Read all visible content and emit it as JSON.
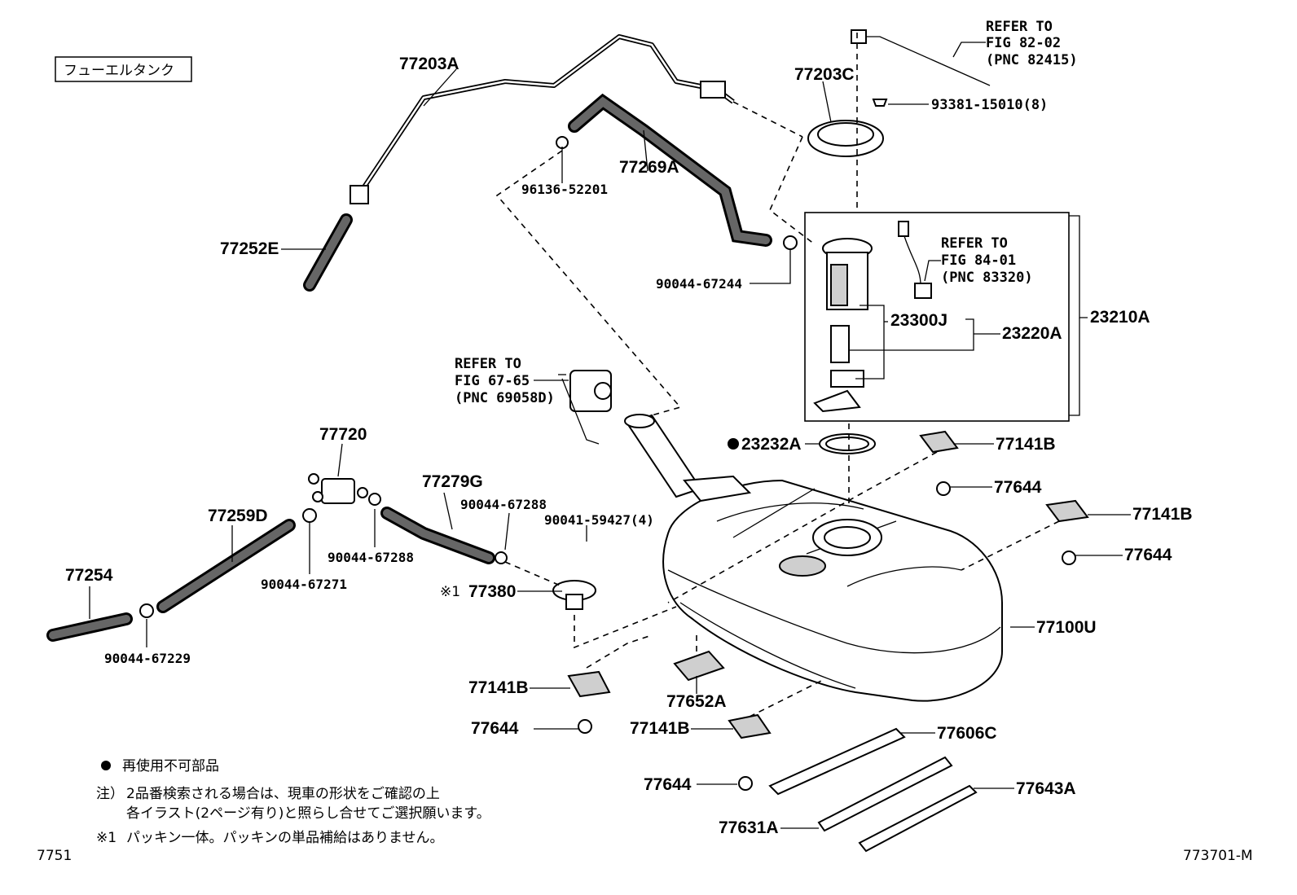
{
  "title": "フューエルタンク",
  "figure_id_left": "7751",
  "figure_id_right": "773701-M",
  "refs": [
    {
      "line1": "REFER TO",
      "line2": "FIG 82-02",
      "line3": "(PNC 82415)"
    },
    {
      "line1": "REFER TO",
      "line2": "FIG 84-01",
      "line3": "(PNC 83320)"
    },
    {
      "line1": "REFER TO",
      "line2": "FIG 67-65",
      "line3": "(PNC 69058D)"
    }
  ],
  "parts": {
    "p77203A": "77203A",
    "p77203C": "77203C",
    "p93381": "93381-15010(8)",
    "p77269A": "77269A",
    "p96136": "96136-52201",
    "p77252E": "77252E",
    "p90044_67244": "90044-67244",
    "p23300J": "23300J",
    "p23220A": "23220A",
    "p23210A": "23210A",
    "p23232A": "23232A",
    "p77141B_1": "77141B",
    "p77644_1": "77644",
    "p77141B_2": "77141B",
    "p77644_2": "77644",
    "p77720": "77720",
    "p77279G": "77279G",
    "p90044_67288a": "90044-67288",
    "p90041": "90041-59427(4)",
    "p77259D": "77259D",
    "p90044_67288b": "90044-67288",
    "p90044_67271": "90044-67271",
    "p77254": "77254",
    "p77380": "77380",
    "p77380_mark": "※1",
    "p90044_67229": "90044-67229",
    "p77100U": "77100U",
    "p77141B_3": "77141B",
    "p77644_3": "77644",
    "p77652A": "77652A",
    "p77141B_4": "77141B",
    "p77606C": "77606C",
    "p77644_4": "77644",
    "p77643A": "77643A",
    "p77631A": "77631A"
  },
  "notes": {
    "bullet_marker": "●",
    "bullet_text": "再使用不可部品",
    "note2_label": "注）",
    "note2_line1": "2品番検索される場合は、現車の形状をご確認の上",
    "note2_line2": "各イラスト(2ページ有り)と照らし合せてご選択願います。",
    "note3_mark": "※1",
    "note3_text": "パッキン一体。パッキンの単品補給はありません。"
  }
}
